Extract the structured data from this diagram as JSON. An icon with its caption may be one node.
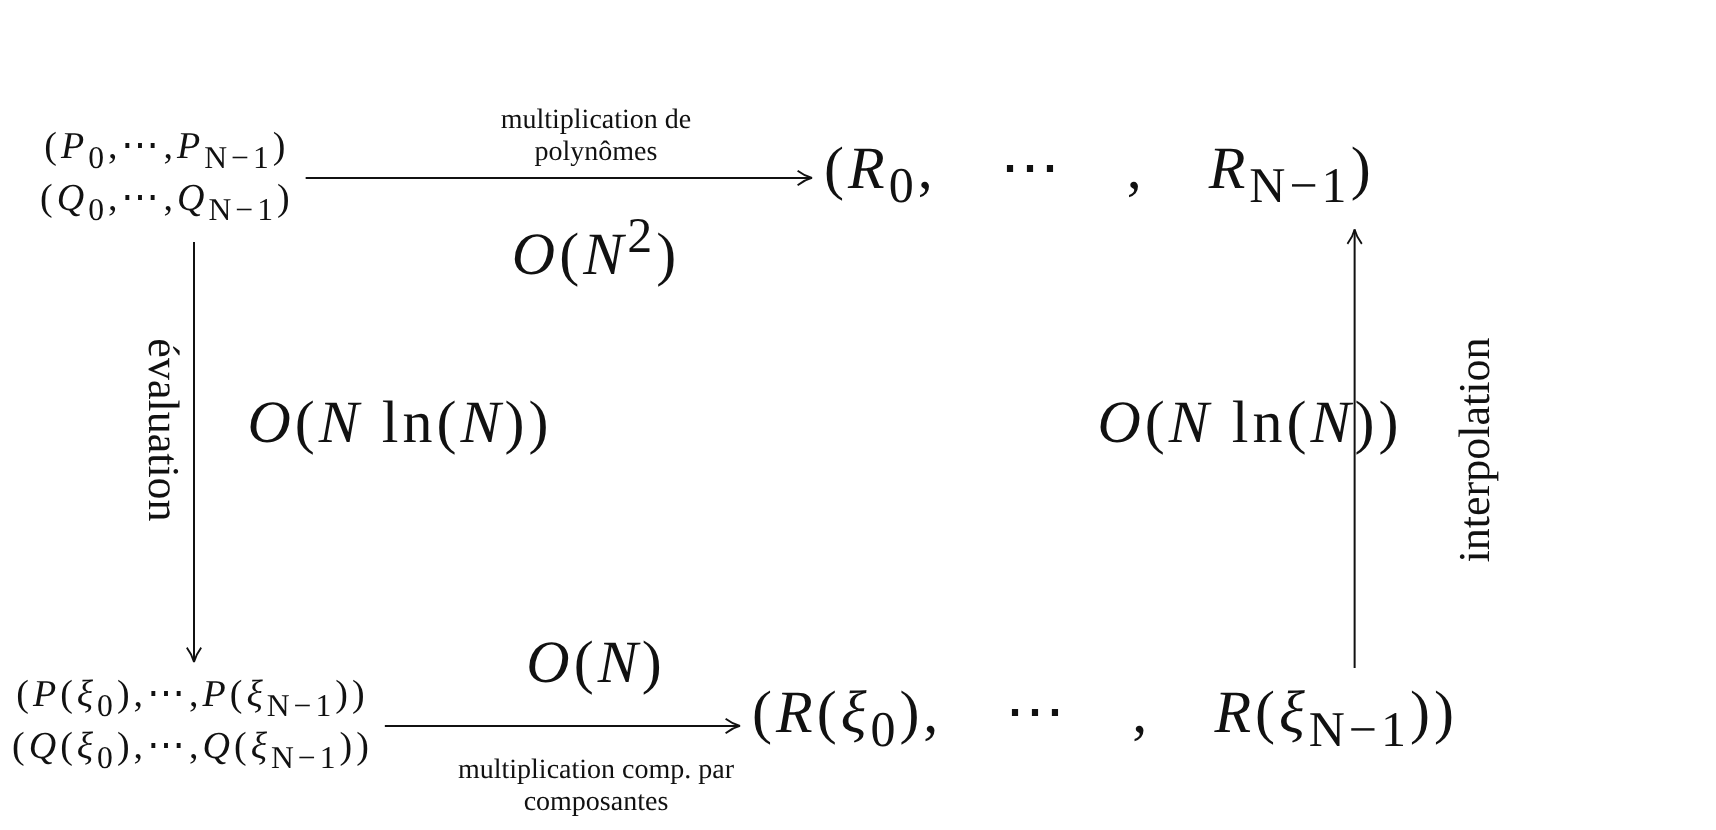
{
  "diagram": {
    "nodes": [
      {
        "text": [
          "(*P*$_{0}$,⋯,*P*$_{N−1}$)",
          "(*Q*$_{0}$,⋯,*Q*$_{N−1}$)"
        ]
      },
      {
        "text": [
          "(*R*$_{0}$, ⋯ , *R*$_{N−1}$)"
        ]
      },
      {
        "text": [
          "(*P*(*ξ*$_{0}$),⋯,*P*(*ξ*$_{N−1}$))",
          "(*Q*(*ξ*$_{0}$),⋯,*Q*(*ξ*$_{N−1}$))"
        ]
      },
      {
        "text": [
          "(*R*(*ξ*$_{0}$), ⋯ , *R*(*ξ*$_{N−1}$))"
        ]
      }
    ],
    "edges": [
      {
        "from": 0,
        "to": 1,
        "arrow": "to",
        "label": "multiplication de polynômes"
      },
      {
        "from": 0,
        "to": 2,
        "arrow": "to",
        "label": "évaluation"
      },
      {
        "from": 2,
        "to": 3,
        "arrow": "to",
        "label": "multiplication comp. par composantes"
      },
      {
        "from": 3,
        "to": 1,
        "arrow": "to",
        "label": "interpolation"
      }
    ],
    "labels": [
      "*O*(*N*$^{2}$)",
      "*O*(*N* ln(*N*))",
      "*O*(*N* ln(*N*))",
      "*O*(*N*)"
    ]
  }
}
